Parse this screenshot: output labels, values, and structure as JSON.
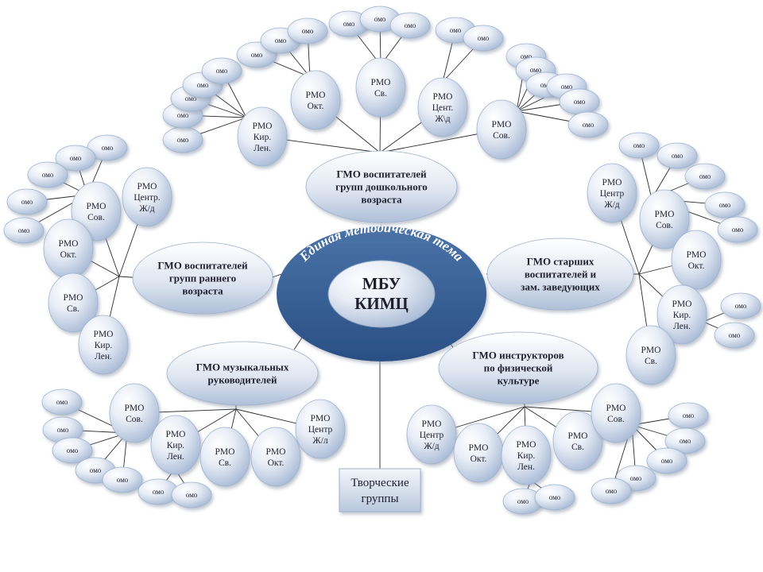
{
  "center": {
    "title_line1": "МБУ",
    "title_line2": "КИМЦ",
    "theme": "Единая методическая тема"
  },
  "creative_groups": {
    "line1": "Творческие",
    "line2": "группы"
  },
  "groups": [
    {
      "id": "preschool",
      "lines": [
        "ГМО воспитателей",
        "групп дошкольного",
        "возраста"
      ]
    },
    {
      "id": "early",
      "lines": [
        "ГМО воспитателей",
        "групп раннего",
        "возраста"
      ]
    },
    {
      "id": "senior",
      "lines": [
        "ГМО старших",
        "воспитателей и",
        "зам. заведующих"
      ]
    },
    {
      "id": "music",
      "lines": [
        "ГМО музыкальных",
        "руководителей"
      ]
    },
    {
      "id": "physical",
      "lines": [
        "ГМО инструкторов",
        "по физической",
        "культуре"
      ]
    }
  ],
  "rmo_labels": {
    "okt": [
      "РМО",
      "Окт."
    ],
    "sv": [
      "РМО",
      "Св."
    ],
    "sov": [
      "РМО",
      "Сов."
    ],
    "kir_len": [
      "РМО",
      "Кир.",
      "Лен."
    ],
    "cent_zhd_1": [
      "РМО",
      "Цент.",
      "Ж\\д"
    ],
    "centr_zhd_2": [
      "РМО",
      "Центр.",
      "Ж/д"
    ],
    "centr_zhd_3": [
      "РМО",
      "Центр",
      "Ж/д"
    ],
    "centr_zhl": [
      "РМО",
      "Центр",
      "Ж/л"
    ],
    "centr_zhd_4": [
      "РМО",
      "Центр",
      "Ж/д"
    ]
  },
  "omo_label": "омо",
  "colors": {
    "center_ring": "#3a6295",
    "center_ring_dark": "#24497a",
    "bubble_light": "#f6f8fc",
    "bubble_mid": "#c7d3e6",
    "bubble_edge": "#9fb2cf",
    "line": "#2b2b2b"
  }
}
